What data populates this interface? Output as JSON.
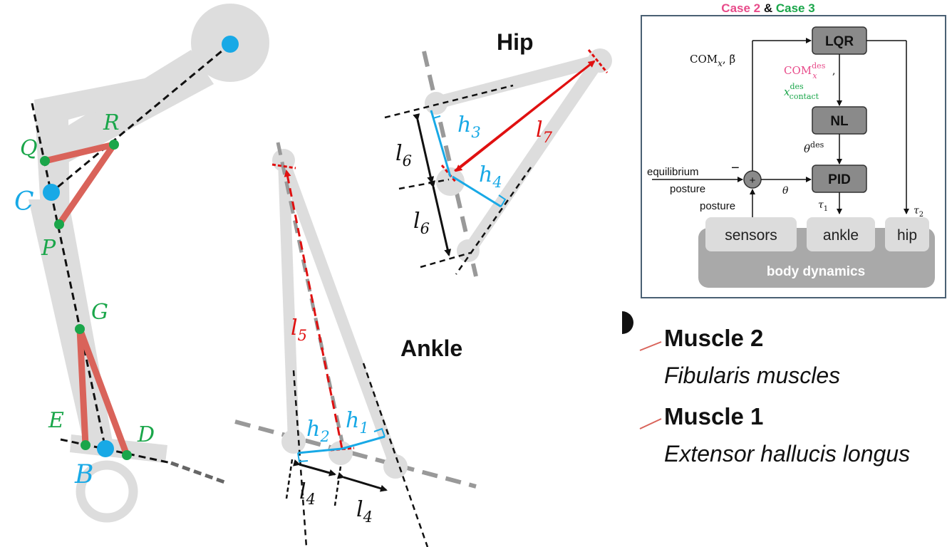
{
  "points": {
    "Q": "Q",
    "R": "R",
    "C": "C",
    "P": "P",
    "G": "G",
    "E": "E",
    "D": "D",
    "B": "B"
  },
  "ankle": {
    "title": "Ankle",
    "l5": "l",
    "l5_sub": "5",
    "h1": "h",
    "h1_sub": "1",
    "h2": "h",
    "h2_sub": "2",
    "l4a": "l",
    "l4a_sub": "4",
    "l4b": "l",
    "l4b_sub": "4"
  },
  "hip": {
    "title": "Hip",
    "h3": "h",
    "h3_sub": "3",
    "h4": "h",
    "h4_sub": "4",
    "l7": "l",
    "l7_sub": "7",
    "l6a": "l",
    "l6a_sub": "6",
    "l6b": "l",
    "l6b_sub": "6"
  },
  "controller": {
    "header_case2": "Case 2",
    "header_amp": " & ",
    "header_case3": "Case 3",
    "lqr": "LQR",
    "nl": "NL",
    "pid": "PID",
    "com_label": "COM",
    "com_sub": "x",
    "beta": ", β̃",
    "com_des": "COM",
    "com_des_sup": "des",
    "com_des_sub": "x",
    "x_contact": "x",
    "x_contact_sup": "des",
    "x_contact_sub": "contact",
    "theta_des": "θ",
    "theta_des_sup": "des",
    "theta": "θ",
    "tau1": "τ",
    "tau1_sub": "1",
    "tau2": "τ",
    "tau2_sub": "2",
    "plus": "+",
    "minus": "−",
    "equilibrium": "equilibrium",
    "posture1": "posture",
    "posture2": "posture",
    "sensors": "sensors",
    "ankle": "ankle",
    "hip": "hip",
    "body_dynamics": "body dynamics"
  },
  "legend": [
    {
      "name": "Muscle 2",
      "desc": "Fibularis muscles"
    },
    {
      "name": "Muscle 1",
      "desc": "Extensor hallucis longus"
    }
  ],
  "colors": {
    "muscle": "#d9635a",
    "point": "#1aa64a",
    "joint": "#18a9e6",
    "arrow": "#e01010",
    "case2": "#e84b8a",
    "case3": "#1aa64a",
    "bone": "#dddddd"
  }
}
